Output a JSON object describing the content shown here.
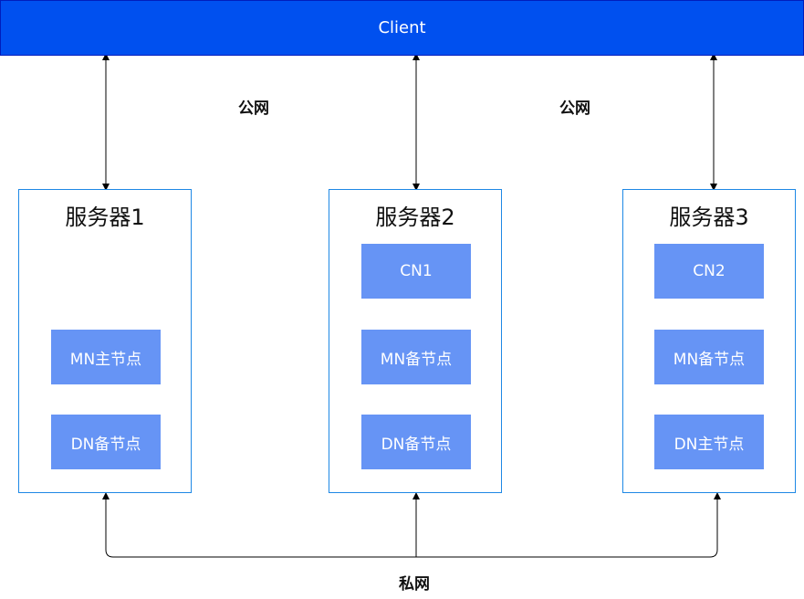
{
  "client": {
    "label": "Client"
  },
  "network": {
    "public_left": "公网",
    "public_right": "公网",
    "private": "私网"
  },
  "servers": [
    {
      "title": "服务器1",
      "nodes": [
        "MN主节点",
        "DN备节点"
      ]
    },
    {
      "title": "服务器2",
      "nodes": [
        "CN1",
        "MN备节点",
        "DN备节点"
      ]
    },
    {
      "title": "服务器3",
      "nodes": [
        "CN2",
        "MN备节点",
        "DN主节点"
      ]
    }
  ],
  "colors": {
    "client_fill": "#0050ef",
    "node_fill": "#6694f5",
    "server_border": "#1e88e5",
    "connector": "#000000"
  }
}
